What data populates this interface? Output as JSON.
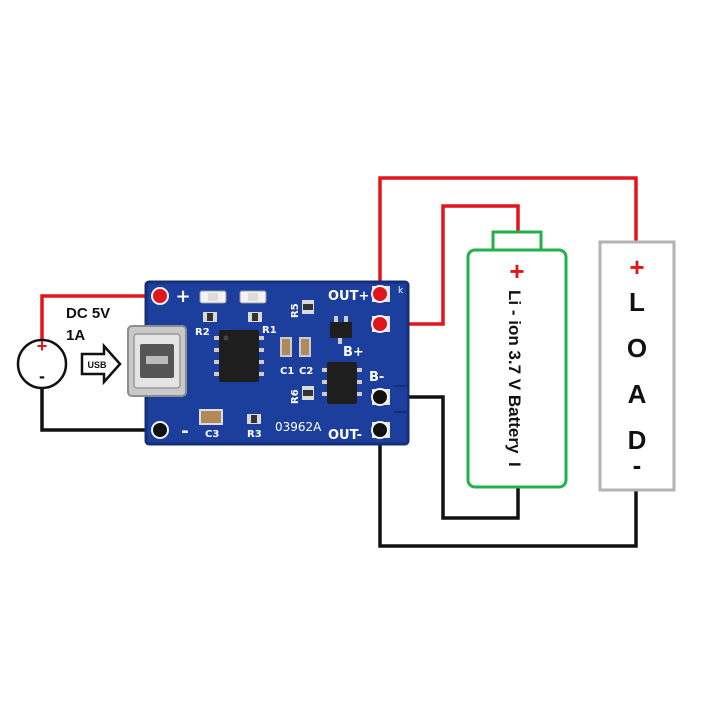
{
  "source": {
    "label_line1": "DC 5V",
    "label_line2": "1A",
    "plus": "+",
    "minus": "-",
    "usb_tag": "USB"
  },
  "board": {
    "plus_mark": "+",
    "minus_mark": "-",
    "out_plus": "OUT+",
    "b_plus": "B+",
    "b_minus": "B-",
    "out_minus": "OUT-",
    "k_mark": "k",
    "part_code": "03962A",
    "r1": "R1",
    "r2": "R2",
    "r3": "R3",
    "r5": "R5",
    "r6": "R6",
    "c1": "C1",
    "c2": "C2",
    "c3": "C3"
  },
  "battery": {
    "plus": "+",
    "label": "Li - ion 3.7 V Battery",
    "minus": "I"
  },
  "load": {
    "plus": "+",
    "letters": [
      "L",
      "O",
      "A",
      "D"
    ],
    "minus": "-"
  },
  "colors": {
    "wire_positive": "#e0161c",
    "wire_negative": "#111111",
    "pcb": "#1c3f9e",
    "battery_outline": "#22b04a",
    "load_outline": "#b3b3b3"
  }
}
